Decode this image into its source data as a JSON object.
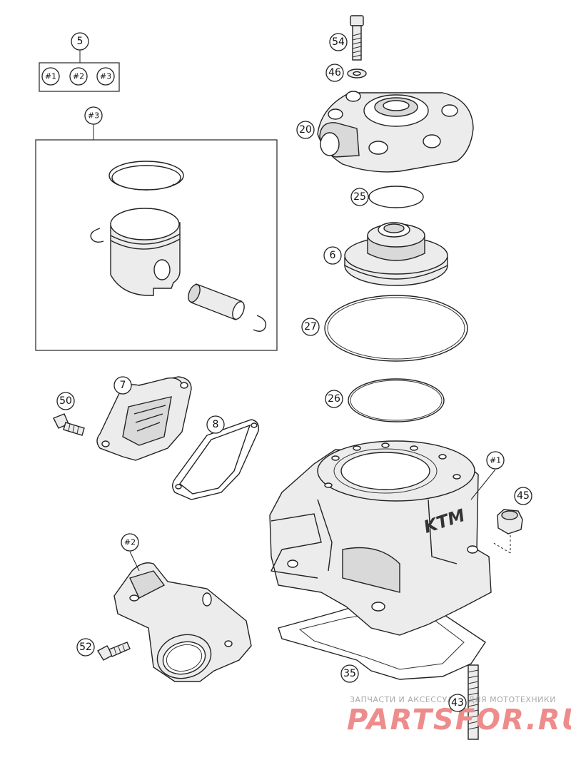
{
  "callouts": {
    "c5": "5",
    "c_ref1_set": "#1",
    "c_ref2_set": "#2",
    "c_ref3_set": "#3",
    "c_ref3_box": "#3",
    "c54": "54",
    "c46": "46",
    "c20": "20",
    "c25": "25",
    "c6": "6",
    "c27": "27",
    "c26": "26",
    "c7": "7",
    "c50": "50",
    "c8": "8",
    "c_ref1_cyl": "#1",
    "c45": "45",
    "c_ref2_man": "#2",
    "c52": "52",
    "c35": "35",
    "c43": "43"
  },
  "cylinder_logo": "KTM",
  "watermark": {
    "tagline": "ЗАПЧАСТИ И АКСЕССУАРЫ ДЛЯ МОТОТЕХНИКИ",
    "brand": "PARTSFOR.RU"
  }
}
